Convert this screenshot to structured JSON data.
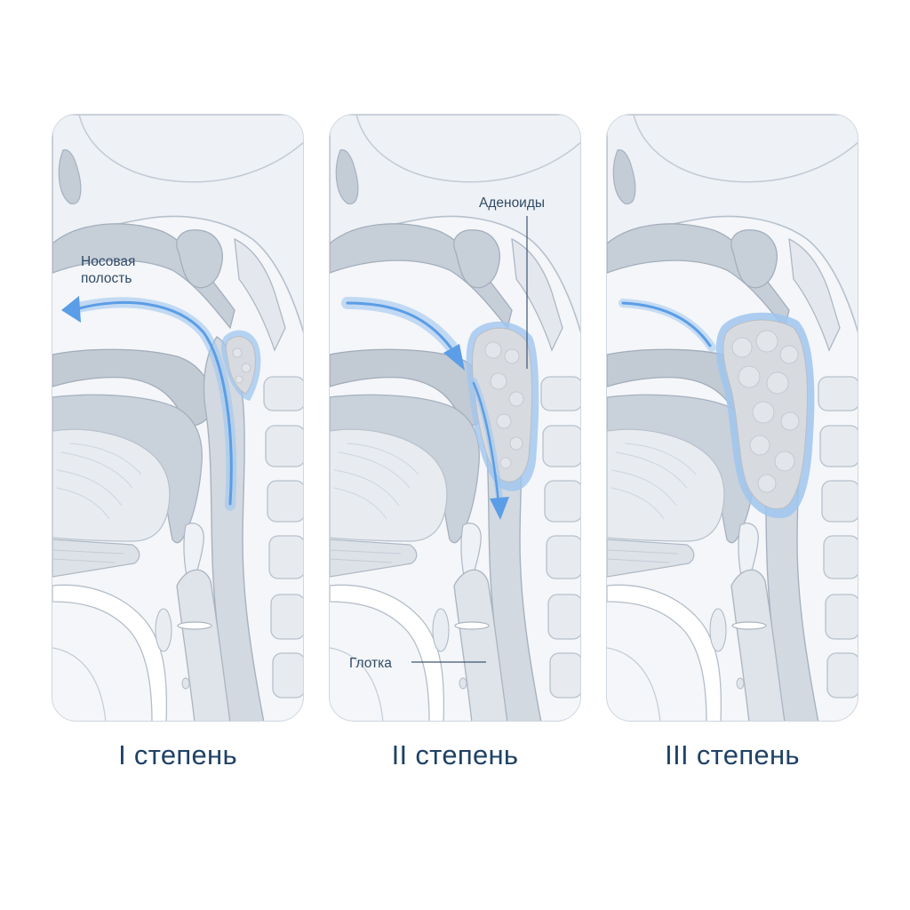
{
  "labels": {
    "nasal_cavity": "Носовая полость",
    "adenoids": "Аденоиды",
    "pharynx": "Глотка"
  },
  "captions": [
    "I степень",
    "II степень",
    "III степень"
  ],
  "colors": {
    "panel_border": "#cfd6df",
    "panel_bg": "#f4f6f9",
    "bone": "#e6eaf0",
    "bone_outline": "#aeb8c4",
    "soft_tissue": "#c9d1db",
    "airway": "#d3d9e1",
    "adenoid": "#d7dadf",
    "adenoid_halo": "#9fc6ef",
    "arrow": "#5b9de6",
    "caption_text": "#1f4266"
  }
}
